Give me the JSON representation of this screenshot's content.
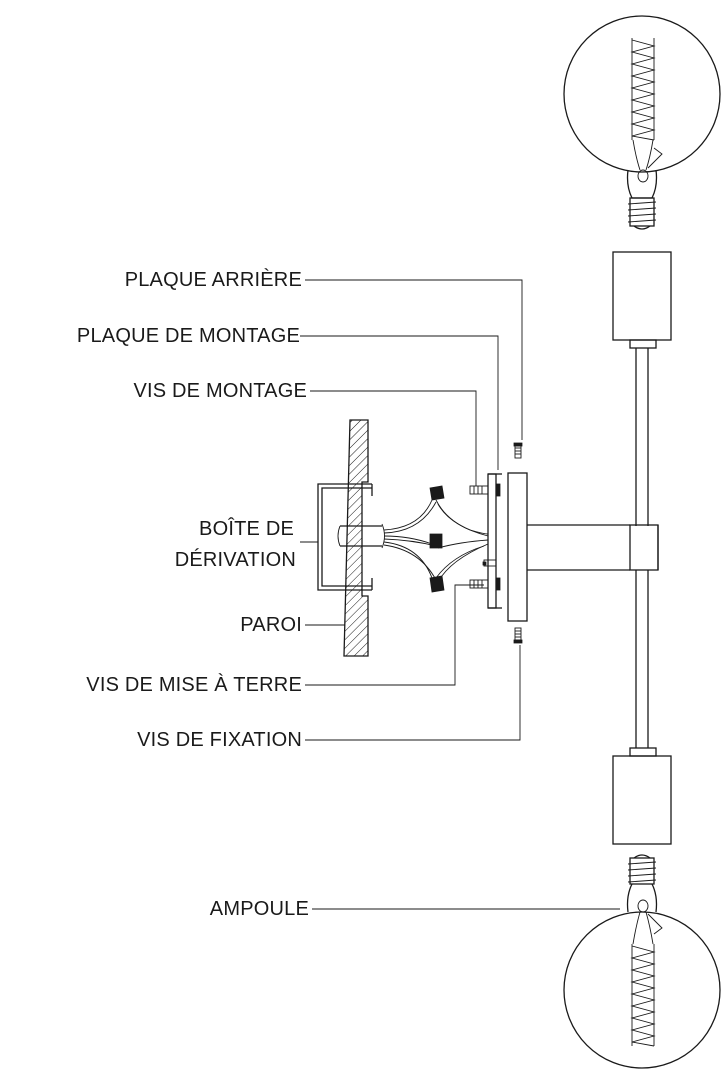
{
  "labels": {
    "back_plate": "PLAQUE ARRIÈRE",
    "mounting_plate": "PLAQUE DE MONTAGE",
    "mounting_screw": "VIS DE MONTAGE",
    "junction_box_line1": "BOÎTE DE",
    "junction_box_line2": "DÉRIVATION",
    "wall": "PAROI",
    "ground_screw": "VIS DE MISE À TERRE",
    "fixing_screw": "VIS DE FIXATION",
    "bulb": "AMPOULE"
  },
  "colors": {
    "line": "#1a1a1a",
    "background": "#ffffff"
  }
}
